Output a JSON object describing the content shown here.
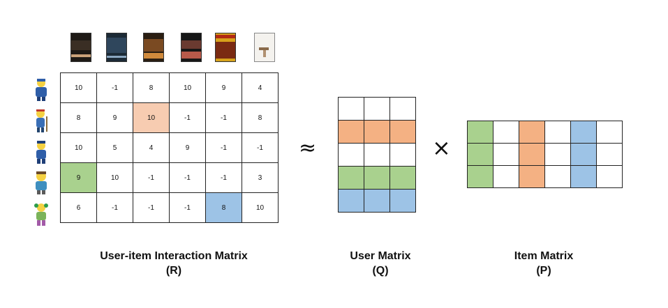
{
  "posters": [
    {
      "name": "movie-1",
      "bg": "#1e1a16",
      "accent": "#caa27a"
    },
    {
      "name": "movie-2",
      "bg": "#1c2a36",
      "accent": "#5a7c9a"
    },
    {
      "name": "movie-3",
      "bg": "#2a1e12",
      "accent": "#d08a3c"
    },
    {
      "name": "movie-4",
      "bg": "#161616",
      "accent": "#b85a4a"
    },
    {
      "name": "movie-5",
      "bg": "#d7a21b",
      "accent": "#7a2a12"
    },
    {
      "name": "movie-6",
      "bg": "#f4f2ee",
      "accent": "#8a6a4a"
    }
  ],
  "users": [
    {
      "name": "user-1",
      "body": "#2f5ea8",
      "skin": "#f5d142"
    },
    {
      "name": "user-2",
      "body": "#3a6fb6",
      "skin": "#f5d142"
    },
    {
      "name": "user-3",
      "body": "#2f5ea8",
      "skin": "#f5d142"
    },
    {
      "name": "user-4",
      "body": "#3f8fbf",
      "skin": "#f5d142"
    },
    {
      "name": "user-5",
      "body": "#7bb35a",
      "skin": "#f5d142"
    }
  ],
  "R": {
    "rows": [
      [
        "10",
        "-1",
        "8",
        "10",
        "9",
        "4"
      ],
      [
        "8",
        "9",
        "10",
        "-1",
        "-1",
        "8"
      ],
      [
        "10",
        "5",
        "4",
        "9",
        "-1",
        "-1"
      ],
      [
        "9",
        "10",
        "-1",
        "-1",
        "-1",
        "3"
      ],
      [
        "6",
        "-1",
        "-1",
        "-1",
        "8",
        "10"
      ]
    ],
    "highlights": [
      {
        "row": 1,
        "col": 2,
        "color": "#f7ccb1"
      },
      {
        "row": 3,
        "col": 0,
        "color": "#a9d18e"
      },
      {
        "row": 4,
        "col": 4,
        "color": "#9dc3e6"
      }
    ]
  },
  "Q": {
    "row_colors": [
      "",
      "#f4b183",
      "",
      "#a9d18e",
      "#9dc3e6"
    ]
  },
  "P": {
    "col_colors": [
      "#a9d18e",
      "",
      "#f4b183",
      "",
      "#9dc3e6",
      ""
    ]
  },
  "symbols": {
    "approx": "≈",
    "times": "×"
  },
  "captions": {
    "r_title": "User-item Interaction Matrix",
    "r_sub": "(R)",
    "q_title": "User Matrix",
    "q_sub": "(Q)",
    "p_title": "Item Matrix",
    "p_sub": "(P)"
  }
}
